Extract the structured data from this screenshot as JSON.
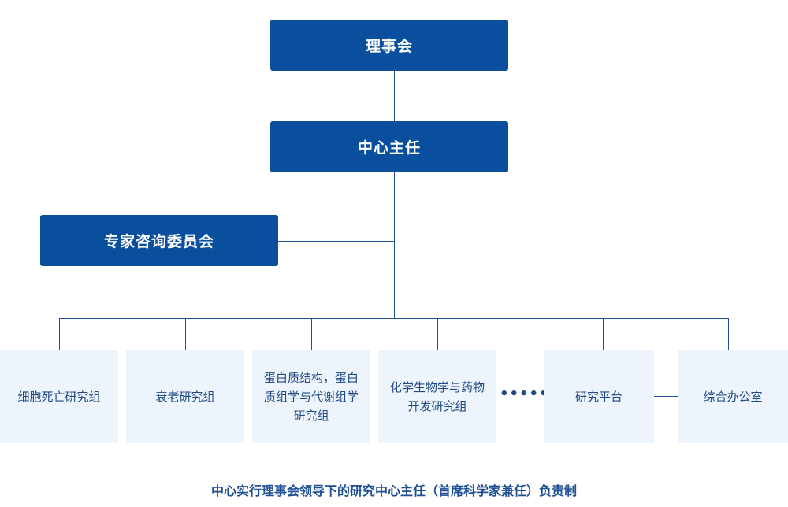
{
  "top": {
    "board": "理事会",
    "director": "中心主任",
    "advisory": "专家咨询委员会"
  },
  "groups": [
    {
      "label": "细胞死亡研究组"
    },
    {
      "label": "衰老研究组"
    },
    {
      "label": "蛋白质结构，蛋白质组学与代谢组学研究组"
    },
    {
      "label": "化学生物学与药物开发研究组"
    },
    {
      "label": "研究平台"
    },
    {
      "label": "综合办公室"
    }
  ],
  "ellipsis": "••••••",
  "caption": "中心实行理事会领导下的研究中心主任（首席科学家兼任）负责制",
  "colors": {
    "primary_box": "#0a4f9e",
    "secondary_box": "#eef4fb",
    "line": "#1f4f93",
    "text_secondary": "#1f4a86"
  }
}
